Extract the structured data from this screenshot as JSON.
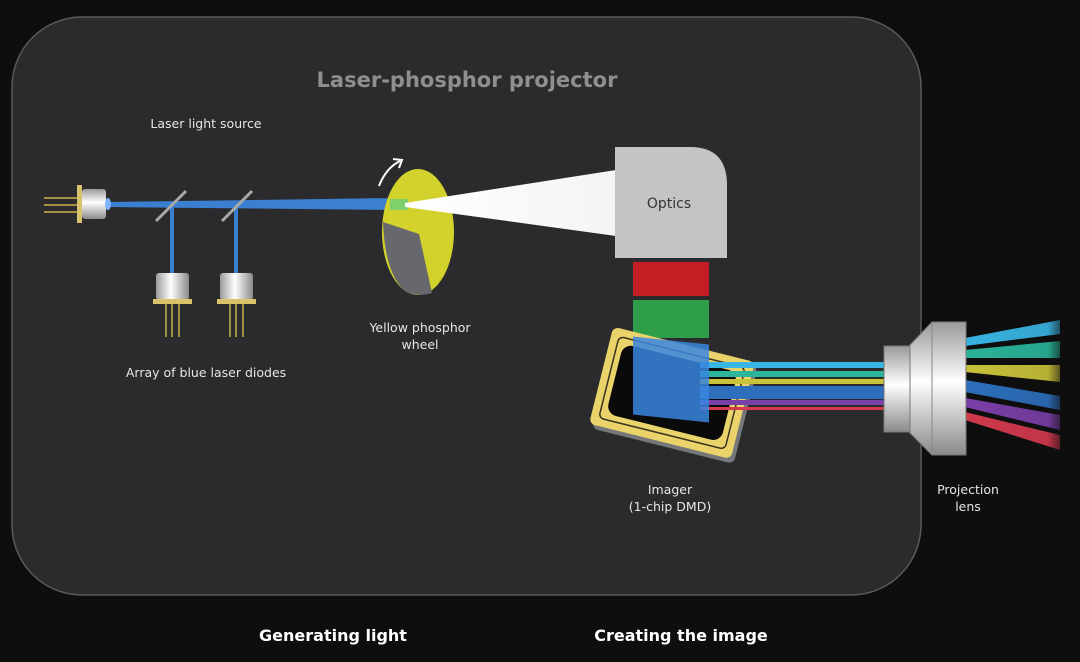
{
  "title": "Laser-phosphor projector",
  "labels": {
    "laser_source": "Laser light source",
    "diode_array": "Array of blue laser diodes",
    "wheel_line1": "Yellow phosphor",
    "wheel_line2": "wheel",
    "optics": "Optics",
    "imager_line1": "Imager",
    "imager_line2": "(1-chip DMD)",
    "lens_line1": "Projection",
    "lens_line2": "lens"
  },
  "footer": {
    "left": "Generating light",
    "right": "Creating the image"
  },
  "colors": {
    "background": "#0e0e0e",
    "panel": "#2b2b2d",
    "laser_blue": "#3b7fd0",
    "phosphor_yellow": "#d3d12b",
    "red": "#c41e25",
    "green": "#2f9e4a"
  }
}
